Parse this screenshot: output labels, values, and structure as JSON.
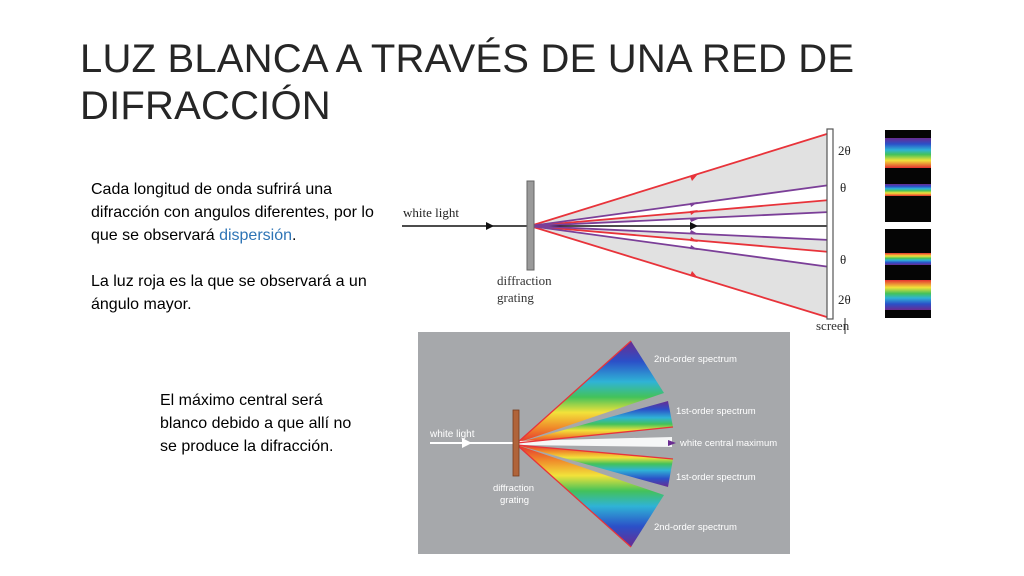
{
  "slide": {
    "title": "LUZ BLANCA A TRAVÉS DE UNA RED DE DIFRACCIÓN",
    "paragraph1_pre": "Cada longitud de onda sufrirá una difracción con angulos diferentes, por lo que se observará ",
    "paragraph1_link": "dispersión",
    "paragraph1_post": ".",
    "paragraph2": "La luz roja es la que se observará a un ángulo mayor.",
    "paragraph3": "El máximo central será blanco debido a que allí no se produce la difracción."
  },
  "diagram_top": {
    "white_light": "white light",
    "grating_line1": "diffraction",
    "grating_line2": "grating",
    "screen": "screen",
    "label_2theta_top": "2θ",
    "label_theta_top": "θ",
    "label_theta_bottom": "θ",
    "label_2theta_bottom": "2θ"
  },
  "diagram_bottom": {
    "white_light": "white light",
    "grating_line1": "diffraction",
    "grating_line2": "grating",
    "second_order_top": "2nd-order spectrum",
    "first_order_top": "1st-order spectrum",
    "central": "white central maximum",
    "first_order_bottom": "1st-order spectrum",
    "second_order_bottom": "2nd-order spectrum"
  },
  "colors": {
    "accent": "#2E74B5",
    "red_ray": "#E8333A",
    "purple_ray": "#7B3F98",
    "bottom_panel": "#A6A8AB"
  }
}
